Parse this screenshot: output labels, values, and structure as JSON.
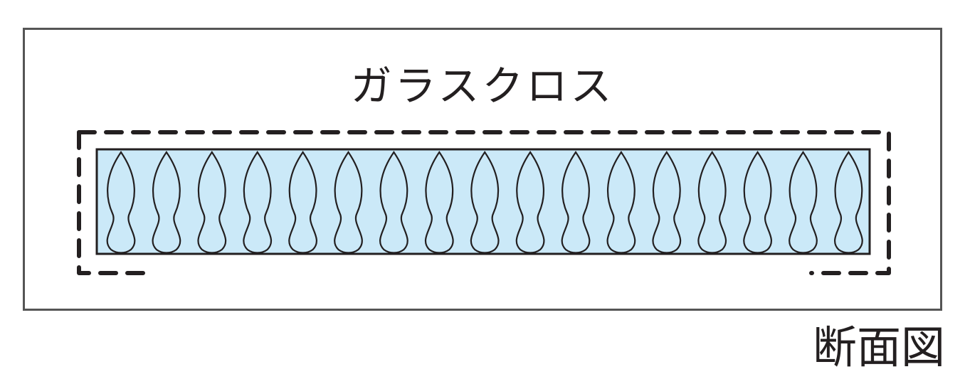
{
  "diagram": {
    "label": "ガラスクロス",
    "caption": "断面図",
    "fiber_count": 17,
    "colors": {
      "frame": "#555555",
      "ink": "#231f20",
      "insulation_fill": "#cbe9f8",
      "wrap_dash": "#231f20"
    }
  }
}
